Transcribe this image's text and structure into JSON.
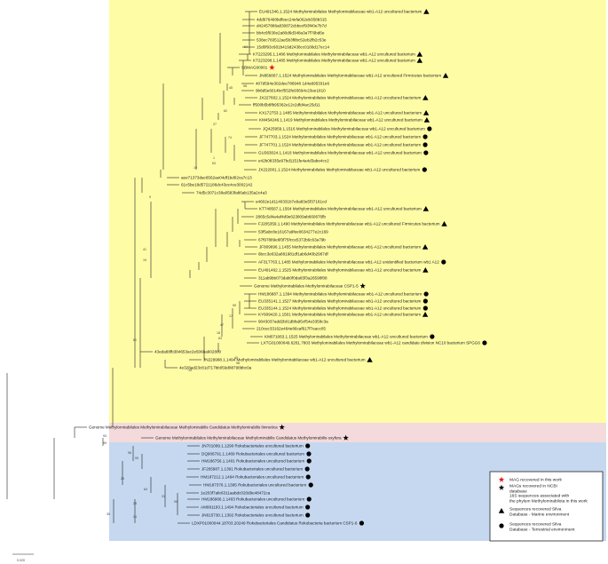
{
  "colors": {
    "yellow": "#FFFCA6",
    "pink": "#F4DADA",
    "blue": "#C5D8F0",
    "star_red": "#E8141C",
    "black": "#000000"
  },
  "tips": [
    {
      "label": "EU491346.1.1524 Methylomirabilales Methylomirabilaceae wb1-A12 uncultured bacterium",
      "marker": "triangle"
    },
    {
      "label": "4dd976490bdfeec24efa062eb358b315",
      "marker": "none"
    },
    {
      "label": "d42457886a830872cbbecf93f40e7b7d",
      "marker": "none"
    },
    {
      "label": "bb4c6f030e2a80d6d348a3a7f76bd6e",
      "marker": "none"
    },
    {
      "label": "538ec783512ae5b3f8bc52eb2fb2c53e",
      "marker": "none"
    },
    {
      "label": "15d0f93c681b419d2438cc0188d17ec14",
      "marker": "none"
    },
    {
      "label": "KT223295.1.1486 Methylomirabilales Methylomirabilaceae wb1-A12 uncultured bacterium",
      "marker": "triangle"
    },
    {
      "label": "KT223298.1.1485 Methylomirabilales Methylomirabilaceae wb1-A12 uncultured bacterium",
      "marker": "triangle"
    },
    {
      "label": "SBMAG00001",
      "marker": "redstar"
    },
    {
      "label": "JN856867.1.1524 Methylomirabilales Methylomirabilaceae wb1-A12 uncultured Firmicutes bacterium",
      "marker": "triangle"
    },
    {
      "label": "407d594e302dee786948 1d4a695331e6",
      "marker": "none"
    },
    {
      "label": "9b8d5e6014bcf552fe93694c23ee1810",
      "marker": "none"
    },
    {
      "label": "JX227602.1.1524 Methylomirabilales Methylomirabilaceae wb1-A12 uncultured bacterium",
      "marker": "triangle"
    },
    {
      "label": "ff500b5b8fb95362e12c2dfd4ac25d11",
      "marker": "none"
    },
    {
      "label": "KX172753.1.1485 Methylomirabilales Methylomirabilaceae wb1-A12 uncultured bacterium",
      "marker": "triangle"
    },
    {
      "label": "KM454246.1.1419 Methylomirabilales Methylomirabilaceae wb1-A12 uncultured bacterium",
      "marker": "triangle"
    },
    {
      "label": "JQ425959.1.1516 Methylomirabilales Methylomirabilaceae wb1-A12 uncultured bacterium",
      "marker": "circle"
    },
    {
      "label": "JF747703.1.1524 Methylomirabilales Methylomirabilaceae wb1-A12 uncultured bacterium",
      "marker": "circle"
    },
    {
      "label": "JF747701.1.1524 Methylomirabilales Methylomirabilaceae wb1-A12 uncultured bacterium",
      "marker": "circle"
    },
    {
      "label": "GU363024.1.1418 Methylomirabilales Methylomirabilaceae wb1-A12 uncultured bacterium",
      "marker": "circle"
    },
    {
      "label": "e42b08335e97bd1151fe4a4d3abe4cc2",
      "marker": "none"
    },
    {
      "label": "JX222001.1.1524 Methylomirabilales Methylomirabilaceae wb1-A12 uncultured bacterium",
      "marker": "circle"
    },
    {
      "label": "aee71373dac6562ae04df1bd02ca7c13",
      "marker": "none"
    },
    {
      "label": "61c5be18d5721186dc43ec4ce3002142",
      "marker": "none"
    },
    {
      "label": "74d5c3071c38a0583fa86ab135a2c4a3",
      "marker": "none"
    },
    {
      "label": "e4602e1d1140331b7e9a83e5f37181cd",
      "marker": "none"
    },
    {
      "label": "KT748567.1.1564 Methylomirabilales Methylomirabilaceae wb1-A12 uncultured bacterium",
      "marker": "triangle"
    },
    {
      "label": "2865c5d4a4af4d9e623809ab660676fb",
      "marker": "none"
    },
    {
      "label": "FJ205359.1.1490 Methylomirabilales Methylomirabilaceae wb1-A12 uncultured Firmicutes bacterium",
      "marker": "triangle"
    },
    {
      "label": "53f5abc8e16167a9fee0634277e2c169",
      "marker": "none"
    },
    {
      "label": "67f97889e6f3f75fcce5372b6c63a79b",
      "marker": "none"
    },
    {
      "label": "JF809696.1.1455 Methylomirabilales Methylomirabilaceae wb1-A12 uncultured bacterium",
      "marker": "triangle"
    },
    {
      "label": "6bcc3e632a881981df1ab6d40b2967df",
      "marker": "none"
    },
    {
      "label": "AF317763.1.1485 Methylomirabilales Methylomirabilaceae wb1-A12 unidentified bacterium wb1 A12",
      "marker": "circle"
    },
    {
      "label": "EU491462.1.1525 Methylomirabilales Methylomirabilaceae wb1-A12 uncultured bacterium",
      "marker": "triangle"
    },
    {
      "label": "311ab9bb073dab0f0da65f3a26598f08",
      "marker": "none"
    },
    {
      "label": "Genome Methylomirabilales Methylomirabilaceae CSP1-5",
      "marker": "blackstar"
    },
    {
      "label": "HM186887.1.1394 Methylomirabilales Methylomirabilaceae wb1-A12 uncultured bacterium",
      "marker": "circle"
    },
    {
      "label": "EU335141.1.1527 Methylomirabilales Methylomirabilaceae wb1-A12 uncultured bacterium",
      "marker": "circle"
    },
    {
      "label": "EU335144.1.1524 Methylomirabilales Methylomirabilaceae wb1-A12 uncultured bacterium",
      "marker": "circle"
    },
    {
      "label": "KY609420.1.1501 Methylomirabilales Methylomirabilaceae wb1-A12 uncultured bacterium",
      "marker": "triangle"
    },
    {
      "label": "9043037add2b01dbfa95cf54e3358c3a",
      "marker": "none"
    },
    {
      "label": "210cec33162e464e86caf617f7eacc05",
      "marker": "none"
    },
    {
      "label": "KM071663.1.1525 Methylomirabilales Methylomirabilaceae wb1-A12 uncultured bacterium",
      "marker": "circle"
    },
    {
      "label": "LXTG01000049.6261.7803 Methylomirabilales Methylomirabilaceae wb1-A12 candidate division NC10 bacterium SPGG6",
      "marker": "circle"
    },
    {
      "label": "43eda88fb384653ac2e5066a902800",
      "marker": "none"
    },
    {
      "label": "JN229988.1.1494 Methylomirabilales Methylomirabilaceae wb1-A12 uncultured bacterium",
      "marker": "triangle"
    },
    {
      "label": "4e328ad23c81d717bb059d88798bbc0a",
      "marker": "none"
    },
    {
      "label": "Genome Methylomirabilales Methylomirabilaceae Methylomirabilis Candidatus Methylomirabilis limnetica",
      "marker": "blackstar"
    },
    {
      "label": "Genome Methylomirabilales Methylomirabilaceae Methylomirabilis Candidatus Methylomirabilis oxyfera",
      "marker": "blackstar"
    },
    {
      "label": "JN701089.1.1290 Rokubacteriales uncultured bacterium",
      "marker": "circle"
    },
    {
      "label": "DQ906791.1.1489 Rokubacteriales uncultured bacterium",
      "marker": "circle"
    },
    {
      "label": "HM186756.1.1401 Rokubacteriales uncultured bacterium",
      "marker": "circle"
    },
    {
      "label": "JF265987.1.1391 Rokubacteriales uncultured bacterium",
      "marker": "circle"
    },
    {
      "label": "HM187212.1.1494 Rokubacteriales uncultured bacterium",
      "marker": "circle"
    },
    {
      "label": "HM187376.1.1395 Rokubacteriales uncultured bacterium",
      "marker": "circle"
    },
    {
      "label": "1e203f7afe6311aabdc020d9e48472ca",
      "marker": "none"
    },
    {
      "label": "HM186966.1.1403 Rokubacteriales uncultured bacterium",
      "marker": "circle"
    },
    {
      "label": "AM991193.1.1494 Rokubacteriales uncultured bacterium",
      "marker": "circle"
    },
    {
      "label": "JN615730.1.1392 Rokubacteriales uncultured bacterium",
      "marker": "circle"
    },
    {
      "label": "LDXP01000044.18703.20249 Rokubacteriales Candidatus Rokubacteria bacterium CSP1-6",
      "marker": "circle"
    }
  ],
  "bootstraps": [
    "64",
    "98",
    "45",
    "62",
    "27",
    "74",
    "1",
    "63",
    "19",
    "9",
    "41",
    "19",
    "81",
    "59",
    "17",
    "47",
    "18",
    "63",
    "40",
    "98",
    "15",
    "93",
    "89",
    "96",
    "99",
    "26",
    "64",
    "31",
    "94",
    "28",
    "24",
    "35"
  ],
  "scale": {
    "label": "0.020"
  },
  "legend": {
    "items": [
      {
        "marker": "redstar",
        "text": "MAG recovered in this work"
      },
      {
        "marker": "blackstar",
        "text": "MAGs recovered in NCBI database"
      },
      {
        "marker": "none",
        "text": "16S sequences associated with the phylum Methylomirabilota in this work"
      },
      {
        "marker": "triangle",
        "text": "Sequences recovered Silva Database - Marine environment"
      },
      {
        "marker": "circle",
        "text": "Sequences recovered Silva Database - Terrestrial environment"
      }
    ]
  }
}
